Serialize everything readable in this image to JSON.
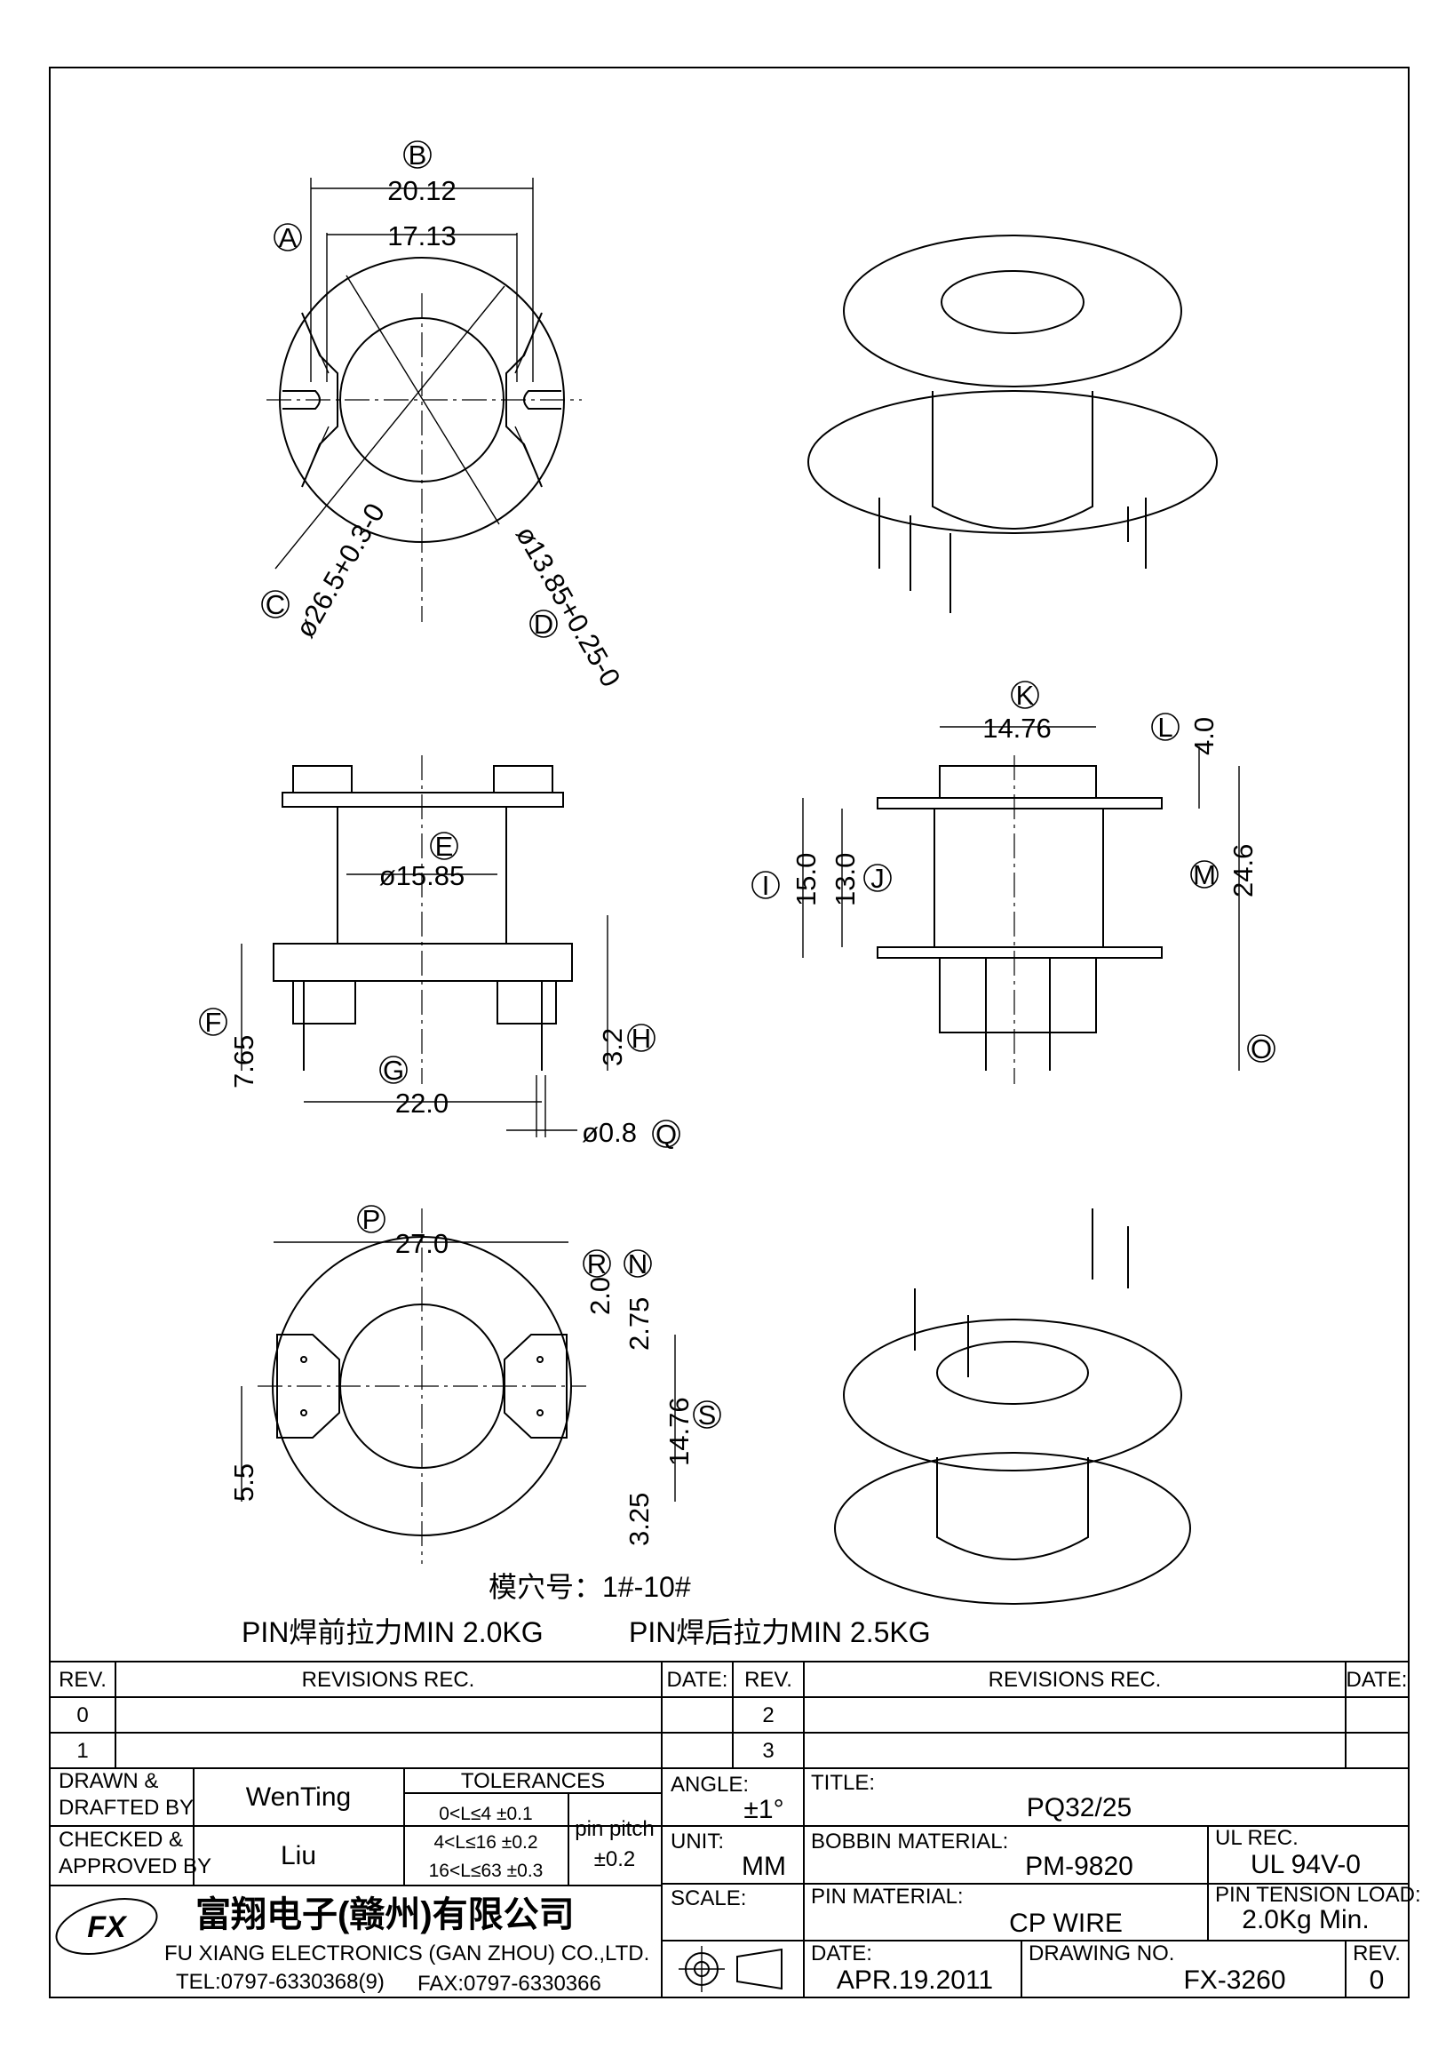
{
  "views": {
    "top": {
      "label_A": "A",
      "label_B": "B",
      "label_C": "C",
      "label_D": "D",
      "dim_B": "20.12",
      "dim_A": "17.13",
      "dim_C": "ø26.5+0.3-0",
      "dim_D": "ø13.85+0.25-0"
    },
    "front": {
      "label_E": "E",
      "dim_E": "ø15.85",
      "label_F": "F",
      "dim_F": "7.65",
      "label_G": "G",
      "dim_G": "22.0",
      "label_H": "H",
      "dim_H": "3.2",
      "label_Q": "Q",
      "dim_Q": "ø0.8"
    },
    "side": {
      "label_K": "K",
      "dim_K": "14.76",
      "label_L": "L",
      "dim_L": "4.0",
      "label_I": "I",
      "dim_I": "15.0",
      "label_J": "J",
      "dim_J": "13.0",
      "label_M": "M",
      "dim_M": "24.6",
      "label_O": "O"
    },
    "bottom": {
      "label_P": "P",
      "dim_P": "27.0",
      "label_R": "R",
      "dim_R": "2.0",
      "label_N": "N",
      "dim_N": "2.75",
      "label_S": "S",
      "dim_S": "14.76",
      "dim_55": "5.5",
      "dim_325": "3.25"
    }
  },
  "notes": {
    "cavity": "模穴号：1#-10#",
    "pull_before": "PIN焊前拉力MIN 2.0KG",
    "pull_after": "PIN焊后拉力MIN 2.5KG"
  },
  "revisions": {
    "rev_header": "REV.",
    "revisions_header": "REVISIONS REC.",
    "date_header": "DATE:",
    "rows_left": [
      "0",
      "1"
    ],
    "rows_right": [
      "2",
      "3"
    ]
  },
  "title_block": {
    "drawn_label": "DRAWN &",
    "drafted_label": "DRAFTED BY",
    "drawn_by": "WenTing",
    "checked_label": "CHECKED &",
    "approved_label": "APPROVED BY",
    "approved_by": "Liu",
    "tolerances_header": "TOLERANCES",
    "tolerances": [
      "0<L≤4   ±0.1",
      "4<L≤16  ±0.2",
      "16<L≤63  ±0.3"
    ],
    "pin_pitch_label": "pin pitch",
    "pin_pitch_value": "±0.2",
    "angle_label": "ANGLE:",
    "angle_value": "±1°",
    "unit_label": "UNIT:",
    "unit_value": "MM",
    "scale_label": "SCALE:",
    "title_label": "TITLE:",
    "title_value": "PQ32/25",
    "bobbin_material_label": "BOBBIN MATERIAL:",
    "bobbin_material_value": "PM-9820",
    "ul_label": "UL REC.",
    "ul_value": "UL 94V-0",
    "pin_material_label": "PIN MATERIAL:",
    "pin_material_value": "CP WIRE",
    "pin_tension_label": "PIN TENSION LOAD:",
    "pin_tension_value": "2.0Kg Min.",
    "date_label": "DATE:",
    "date_value": "APR.19.2011",
    "drawing_no_label": "DRAWING NO.",
    "drawing_no_value": "FX-3260",
    "rev_label": "REV.",
    "rev_value": "0"
  },
  "company": {
    "logo_text": "FX",
    "name_cn": "富翔电子(赣州)有限公司",
    "name_en": "FU XIANG ELECTRONICS (GAN ZHOU) CO.,LTD.",
    "tel": "TEL:0797-6330368(9)",
    "fax": "FAX:0797-6330366"
  }
}
